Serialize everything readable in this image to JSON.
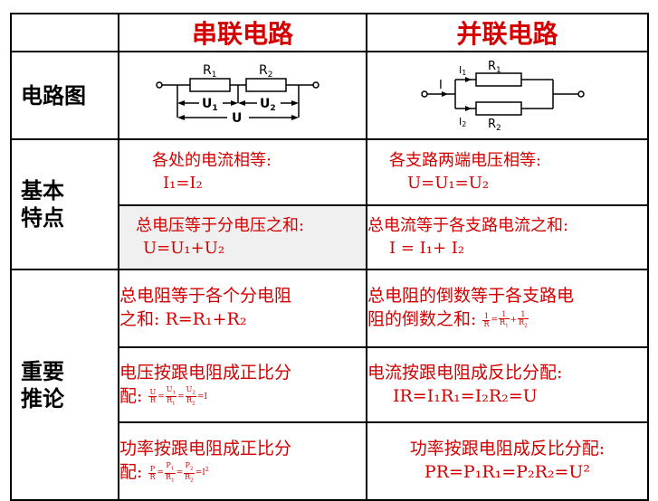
{
  "header": {
    "series_title": "串联电路",
    "parallel_title": "并联电路"
  },
  "rows": {
    "diagram_label": "电路图",
    "basic_label_line1": "基本",
    "basic_label_line2": "特点",
    "inference_label_line1": "重要",
    "inference_label_line2": "推论"
  },
  "series": {
    "diagram": {
      "r1": "R",
      "r1_sub": "1",
      "r2": "R",
      "r2_sub": "2",
      "u1": "U",
      "u1_sub": "1",
      "u2": "U",
      "u2_sub": "2",
      "u": "U"
    },
    "current_text": "各处的电流相等:",
    "current_eq": "I₁=I₂",
    "voltage_text": "总电压等于分电压之和:",
    "voltage_eq": "U=U₁+U₂",
    "resistance_text1": "总电阻等于各个分电阻",
    "resistance_text2": "之和: R=R₁+R₂",
    "voltage_ratio_text1": "电压按跟电阻成正比分",
    "voltage_ratio_text2": "配:",
    "voltage_ratio_eq": "U/R = U₁/R₁ = U₂/R₂ = I",
    "power_ratio_text1": "功率按跟电阻成正比分",
    "power_ratio_text2": "配:",
    "power_ratio_eq": "P/R = P₁/R₁ = P₂/R₂ = I²"
  },
  "parallel": {
    "diagram": {
      "i": "I",
      "i1": "I",
      "i1_sub": "1",
      "i2": "I",
      "i2_sub": "2",
      "r1": "R",
      "r1_sub": "1",
      "r2": "R",
      "r2_sub": "2"
    },
    "voltage_text": "各支路两端电压相等:",
    "voltage_eq": "U=U₁=U₂",
    "current_text": "总电流等于各支路电流之和:",
    "current_eq": "I = I₁+ I₂",
    "resistance_text1": "总电阻的倒数等于各支路电",
    "resistance_text2": "阻的倒数之和:",
    "resistance_eq": "1/R = 1/R₁ + 1/R₂",
    "current_ratio_text": "电流按跟电阻成反比分配:",
    "current_ratio_eq": "IR=I₁R₁=I₂R₂=U",
    "power_ratio_text": "功率按跟电阻成反比分配:",
    "power_ratio_eq": "PR=P₁R₁=P₂R₂=U²"
  }
}
